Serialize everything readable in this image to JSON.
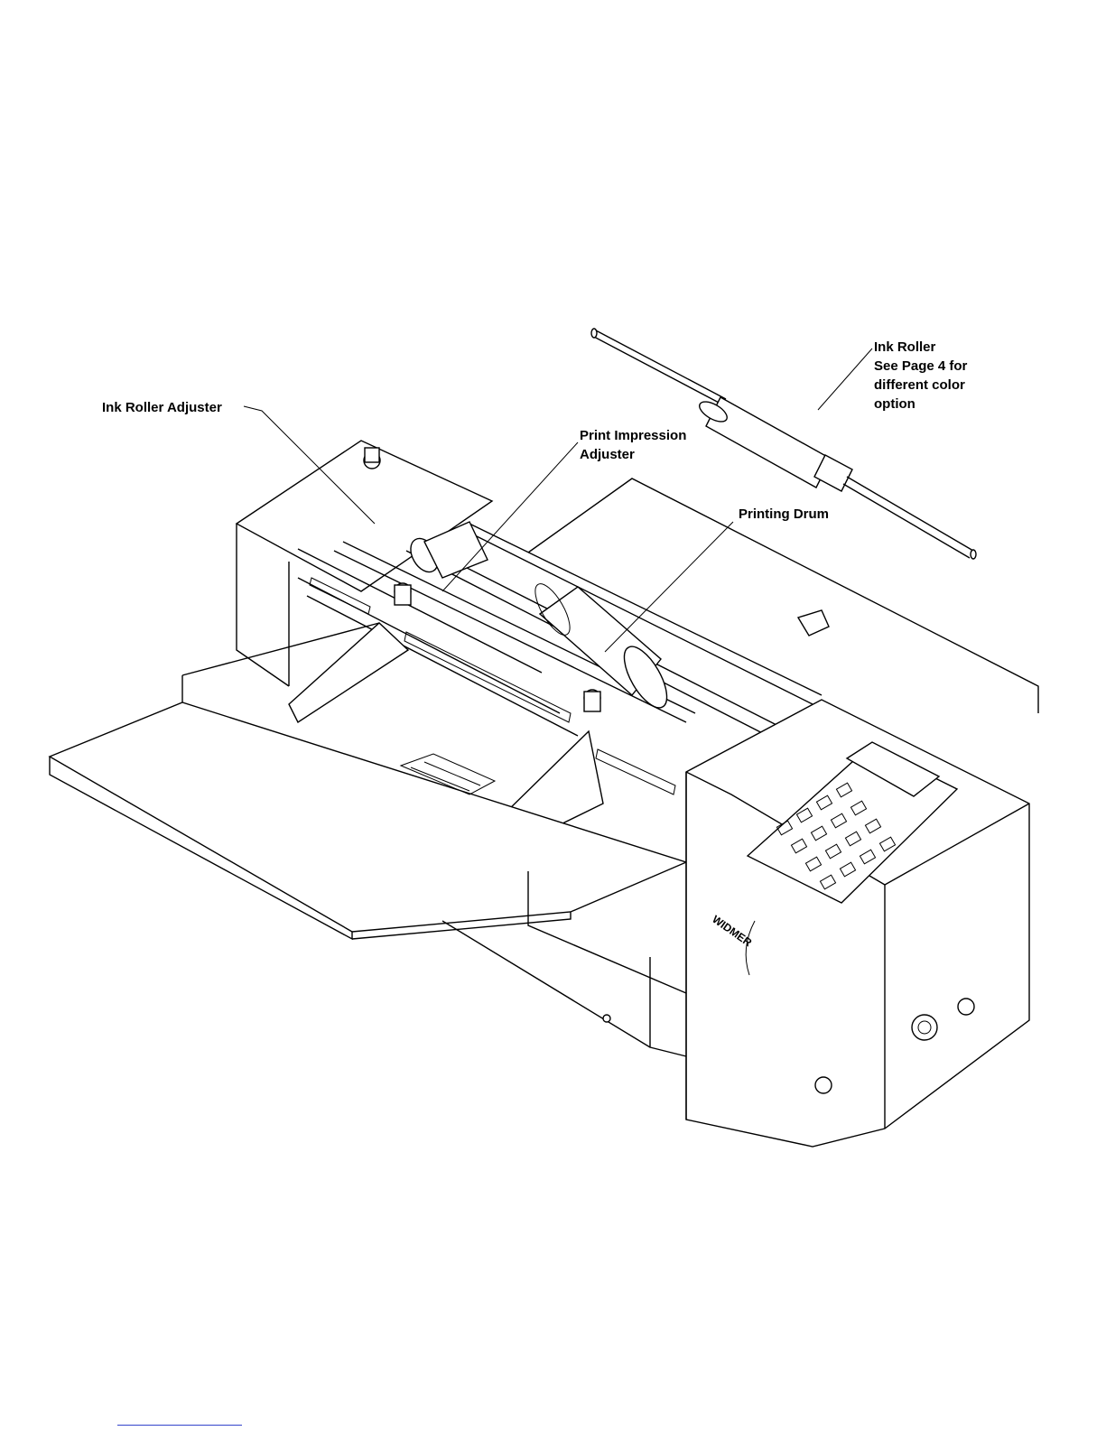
{
  "labels": {
    "ink_roller_adjuster": "Ink Roller Adjuster",
    "print_impression_line1": "Print Impression",
    "print_impression_line2": "Adjuster",
    "printing_drum": "Printing Drum",
    "ink_roller_line1": "Ink Roller",
    "ink_roller_line2": "See Page 4 for",
    "ink_roller_line3": "different  color",
    "ink_roller_line4": "option"
  },
  "logo_text": "WIDMER",
  "colors": {
    "line": "#000000",
    "background": "#ffffff",
    "link": "#3344cc"
  }
}
